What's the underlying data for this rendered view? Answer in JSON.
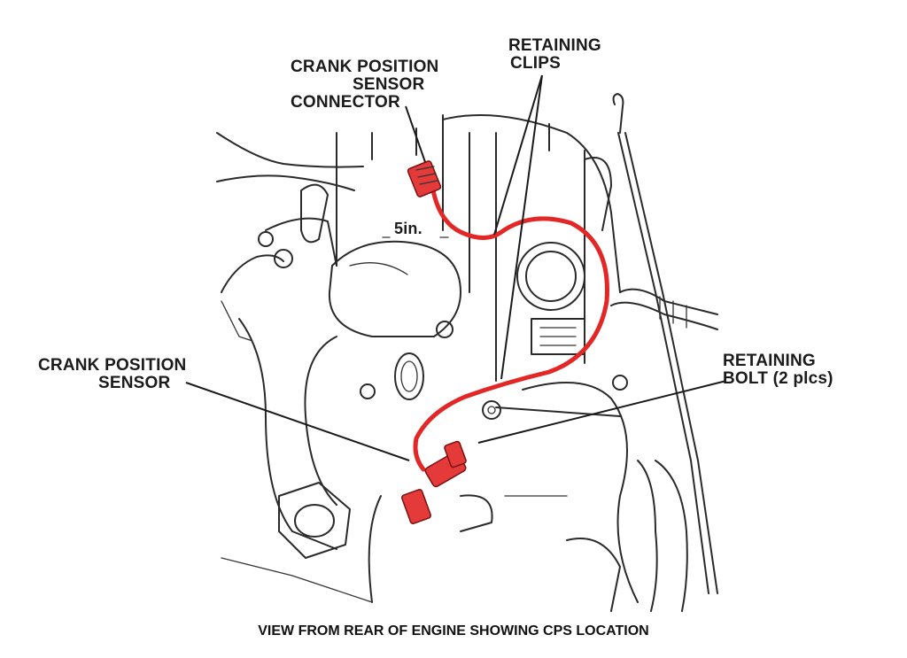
{
  "labels": {
    "connector_line1": "CRANK POSITION",
    "connector_line2": "SENSOR",
    "connector_line3": "CONNECTOR",
    "clips_line1": "RETAINING",
    "clips_line2": "CLIPS",
    "sensor_line1": "CRANK POSITION",
    "sensor_line2": "SENSOR",
    "bolt_line1": "RETAINING",
    "bolt_line2": "BOLT (2 plcs)",
    "dimension": "5in."
  },
  "caption": "VIEW FROM REAR OF ENGINE SHOWING CPS LOCATION",
  "colors": {
    "highlight": "#e32626",
    "ink": "#2a2a2a",
    "background": "#ffffff"
  }
}
